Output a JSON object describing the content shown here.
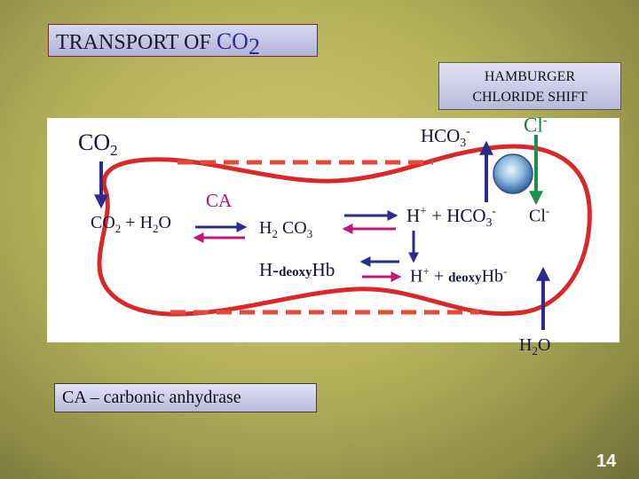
{
  "title": {
    "main": "TRANSPORT OF",
    "co": "CO",
    "sub": "2"
  },
  "shift_box": {
    "line1": "HAMBURGER",
    "line2": "CHLORIDE  SHIFT"
  },
  "legend": {
    "text": "CA – carbonic anhydrase"
  },
  "diagram": {
    "co2_top": {
      "base": "CO",
      "sub": "2"
    },
    "reaction1": {
      "co": "CO",
      "sub2": "2",
      "plus": " + H",
      "subh": "2",
      "o": "O"
    },
    "enzyme": "CA",
    "carbonic": {
      "h": "H",
      "sub2": "2",
      "rest": " CO",
      "sub3": "3"
    },
    "ions1": {
      "h": "H",
      "plus_sup": "+",
      "mid": " + HCO",
      "sub3": "3",
      "minus_sup": "-"
    },
    "cl_inner": {
      "base": "Cl",
      "sup": "-"
    },
    "hco3_top": {
      "base": "HCO",
      "sub": "3",
      "sup": "-"
    },
    "cl_top": {
      "base": "Cl",
      "sup": "-"
    },
    "deoxy_left": {
      "h": "H-",
      "deoxy": "deoxy",
      "hb": "Hb"
    },
    "deoxy_right": {
      "h": "H",
      "plus_sup": "+",
      "mid": " + ",
      "deoxy": "deoxy",
      "hb": "Hb",
      "minus_sup": "-"
    },
    "water": {
      "h": "H",
      "sub": "2",
      "o": "O"
    }
  },
  "page_number": "14",
  "colors": {
    "arrow_blue": "#2b2d8e",
    "arrow_pink": "#c0187a",
    "arrow_green": "#1f8f4a",
    "cell_red": "#d8282a",
    "dash_red": "#e24a3a"
  }
}
